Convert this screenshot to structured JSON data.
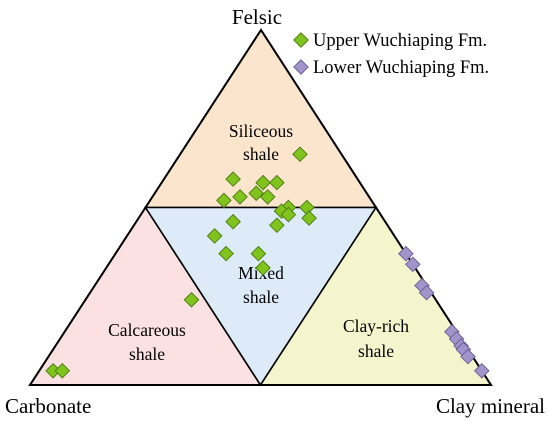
{
  "chart_data": {
    "type": "scatter",
    "subtype": "ternary",
    "vertices": {
      "top": "Felsic",
      "left": "Carbonate",
      "right": "Clay mineral"
    },
    "regions": [
      {
        "key": "siliceous",
        "lines": [
          "Siliceous",
          "shale"
        ],
        "color": "#fce5cd"
      },
      {
        "key": "calcareous",
        "lines": [
          "Calcareous",
          "shale"
        ],
        "color": "#fbe1e1"
      },
      {
        "key": "mixed",
        "lines": [
          "Mixed",
          "shale"
        ],
        "color": "#dcebf7"
      },
      {
        "key": "clay",
        "lines": [
          "Clay-rich",
          "shale"
        ],
        "color": "#f4f5cc"
      }
    ],
    "legend_position": "top-right",
    "series": [
      {
        "name": "Upper Wuchiaping Fm.",
        "marker": "diamond",
        "color": "#7fc31c",
        "edge_color": "#4a7a10",
        "points": [
          {
            "felsic": 0.65,
            "carbonate": 0.09,
            "clay": 0.26
          },
          {
            "felsic": 0.57,
            "carbonate": 0.21,
            "clay": 0.22
          },
          {
            "felsic": 0.57,
            "carbonate": 0.18,
            "clay": 0.25
          },
          {
            "felsic": 0.58,
            "carbonate": 0.27,
            "clay": 0.15
          },
          {
            "felsic": 0.54,
            "carbonate": 0.24,
            "clay": 0.22
          },
          {
            "felsic": 0.53,
            "carbonate": 0.22,
            "clay": 0.25
          },
          {
            "felsic": 0.53,
            "carbonate": 0.28,
            "clay": 0.19
          },
          {
            "felsic": 0.52,
            "carbonate": 0.32,
            "clay": 0.16
          },
          {
            "felsic": 0.5,
            "carbonate": 0.19,
            "clay": 0.31
          },
          {
            "felsic": 0.49,
            "carbonate": 0.21,
            "clay": 0.3
          },
          {
            "felsic": 0.5,
            "carbonate": 0.15,
            "clay": 0.35
          },
          {
            "felsic": 0.48,
            "carbonate": 0.2,
            "clay": 0.32
          },
          {
            "felsic": 0.47,
            "carbonate": 0.16,
            "clay": 0.37
          },
          {
            "felsic": 0.46,
            "carbonate": 0.33,
            "clay": 0.21
          },
          {
            "felsic": 0.45,
            "carbonate": 0.24,
            "clay": 0.31
          },
          {
            "felsic": 0.42,
            "carbonate": 0.39,
            "clay": 0.19
          },
          {
            "felsic": 0.37,
            "carbonate": 0.32,
            "clay": 0.31
          },
          {
            "felsic": 0.37,
            "carbonate": 0.39,
            "clay": 0.24
          },
          {
            "felsic": 0.33,
            "carbonate": 0.33,
            "clay": 0.34
          },
          {
            "felsic": 0.24,
            "carbonate": 0.53,
            "clay": 0.23
          },
          {
            "felsic": 0.04,
            "carbonate": 0.93,
            "clay": 0.03
          },
          {
            "felsic": 0.04,
            "carbonate": 0.91,
            "clay": 0.05
          }
        ]
      },
      {
        "name": "Lower Wuchiaping Fm.",
        "marker": "diamond",
        "color": "#a194c8",
        "edge_color": "#6a5c98",
        "points": [
          {
            "felsic": 0.37,
            "carbonate": 0.0,
            "clay": 0.63
          },
          {
            "felsic": 0.34,
            "carbonate": 0.0,
            "clay": 0.66
          },
          {
            "felsic": 0.28,
            "carbonate": 0.01,
            "clay": 0.71
          },
          {
            "felsic": 0.26,
            "carbonate": 0.01,
            "clay": 0.73
          },
          {
            "felsic": 0.15,
            "carbonate": 0.01,
            "clay": 0.84
          },
          {
            "felsic": 0.13,
            "carbonate": 0.01,
            "clay": 0.86
          },
          {
            "felsic": 0.11,
            "carbonate": 0.01,
            "clay": 0.88
          },
          {
            "felsic": 0.1,
            "carbonate": 0.01,
            "clay": 0.89
          },
          {
            "felsic": 0.08,
            "carbonate": 0.01,
            "clay": 0.91
          },
          {
            "felsic": 0.04,
            "carbonate": 0.0,
            "clay": 0.96
          }
        ]
      }
    ]
  }
}
